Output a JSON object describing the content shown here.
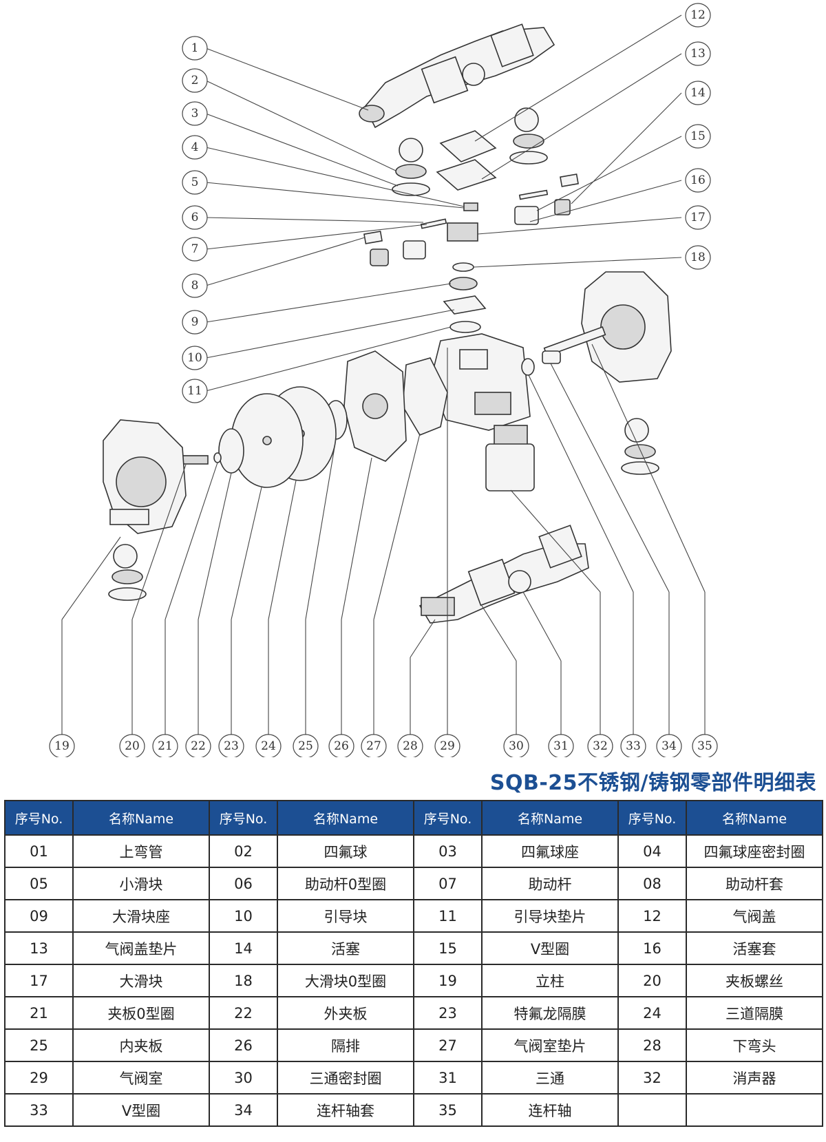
{
  "callouts": [
    "1",
    "2",
    "3",
    "4",
    "5",
    "6",
    "7",
    "8",
    "9",
    "10",
    "11",
    "12",
    "13",
    "14",
    "15",
    "16",
    "17",
    "18",
    "19",
    "20",
    "21",
    "22",
    "23",
    "24",
    "25",
    "26",
    "27",
    "28",
    "29",
    "30",
    "31",
    "32",
    "33",
    "34",
    "35"
  ],
  "table": {
    "title": "SQB-25不锈钢/铸钢零部件明细表",
    "header_no": "序号No.",
    "header_name": "名称Name",
    "rows": [
      [
        [
          "01",
          "上弯管"
        ],
        [
          "02",
          "四氟球"
        ],
        [
          "03",
          "四氟球座"
        ],
        [
          "04",
          "四氟球座密封圈"
        ]
      ],
      [
        [
          "05",
          "小滑块"
        ],
        [
          "06",
          "助动杆0型圈"
        ],
        [
          "07",
          "助动杆"
        ],
        [
          "08",
          "助动杆套"
        ]
      ],
      [
        [
          "09",
          "大滑块座"
        ],
        [
          "10",
          "引导块"
        ],
        [
          "11",
          "引导块垫片"
        ],
        [
          "12",
          "气阀盖"
        ]
      ],
      [
        [
          "13",
          "气阀盖垫片"
        ],
        [
          "14",
          "活塞"
        ],
        [
          "15",
          "V型圈"
        ],
        [
          "16",
          "活塞套"
        ]
      ],
      [
        [
          "17",
          "大滑块"
        ],
        [
          "18",
          "大滑块0型圈"
        ],
        [
          "19",
          "立柱"
        ],
        [
          "20",
          "夹板螺丝"
        ]
      ],
      [
        [
          "21",
          "夹板0型圈"
        ],
        [
          "22",
          "外夹板"
        ],
        [
          "23",
          "特氟龙隔膜"
        ],
        [
          "24",
          "三道隔膜"
        ]
      ],
      [
        [
          "25",
          "内夹板"
        ],
        [
          "26",
          "隔排"
        ],
        [
          "27",
          "气阀室垫片"
        ],
        [
          "28",
          "下弯头"
        ]
      ],
      [
        [
          "29",
          "气阀室"
        ],
        [
          "30",
          "三通密封圈"
        ],
        [
          "31",
          "三通"
        ],
        [
          "32",
          "消声器"
        ]
      ],
      [
        [
          "33",
          "V型圈"
        ],
        [
          "34",
          "连杆轴套"
        ],
        [
          "35",
          "连杆轴"
        ],
        [
          "",
          ""
        ]
      ]
    ]
  }
}
